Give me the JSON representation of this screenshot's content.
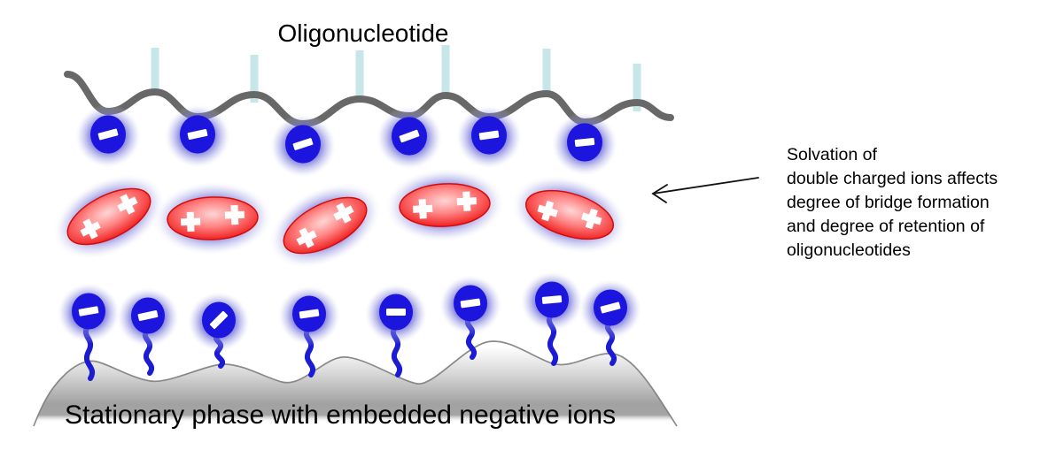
{
  "title": "Oligonucleotide",
  "stationary_phase_label": "Stationary phase with embedded negative ions",
  "annotation": {
    "lines": [
      "Solvation of",
      "double charged ions affects",
      "degree of bridge formation",
      "and degree of retention of",
      "oligonucleotides"
    ]
  },
  "symbols": {
    "negative_ion": "−",
    "positive_ion": "+"
  },
  "counts": {
    "oligo_bases": 6,
    "oligo_negative_charges": 6,
    "double_charged_ions": 5,
    "embedded_negative_ions": 8
  },
  "colors": {
    "ion_blue": "#1c15dd",
    "tail_blue": "#1b1bd2",
    "glow_violet": "#6e6cd8",
    "red_edge": "#ee1212",
    "red_mid": "#ff8585",
    "red_center": "#ffd4d4",
    "red_outline": "#d40b0b",
    "backbone_gray": "#686868",
    "base_bar": "#c7e6e8",
    "phase_outline": "#7e7e7e",
    "phase_dark": "#9c9c9c",
    "charge_symbol": "#ffffff",
    "text": "#000000",
    "arrow": "#111111"
  }
}
